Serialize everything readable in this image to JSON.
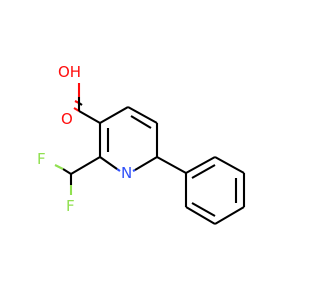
{
  "molecule": {
    "atoms": {
      "hydroxyl": "OH",
      "carbonyl_oxygen": "O",
      "ring_nitrogen": "N",
      "fluorine_top": "F",
      "fluorine_bottom": "F"
    },
    "colors": {
      "carbon": "#000000",
      "oxygen": "#ff0d0d",
      "nitrogen": "#3050f8",
      "fluorine": "#90e050"
    }
  }
}
